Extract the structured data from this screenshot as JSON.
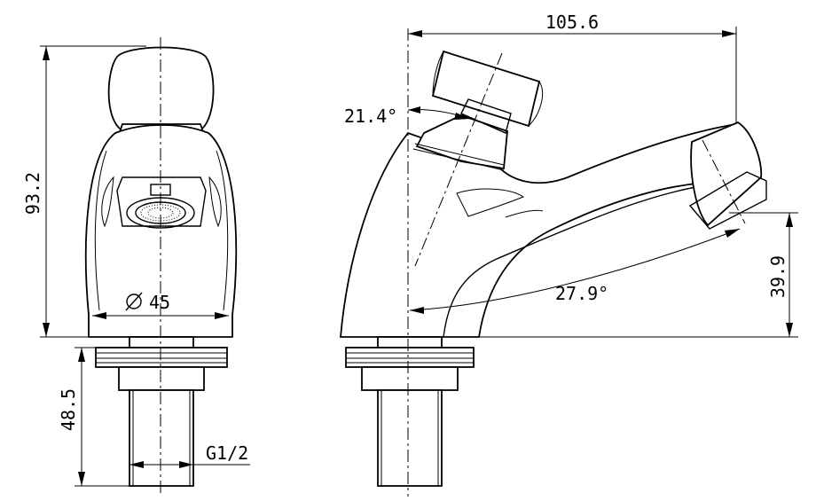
{
  "front_view": {
    "height_label": "93.2",
    "diameter_label": "45",
    "shank_label": "48.5",
    "thread_label": "G1/2"
  },
  "side_view": {
    "length_label": "105.6",
    "handle_angle_label": "21.4°",
    "spout_angle_label": "27.9°",
    "spout_height_label": "39.9"
  }
}
